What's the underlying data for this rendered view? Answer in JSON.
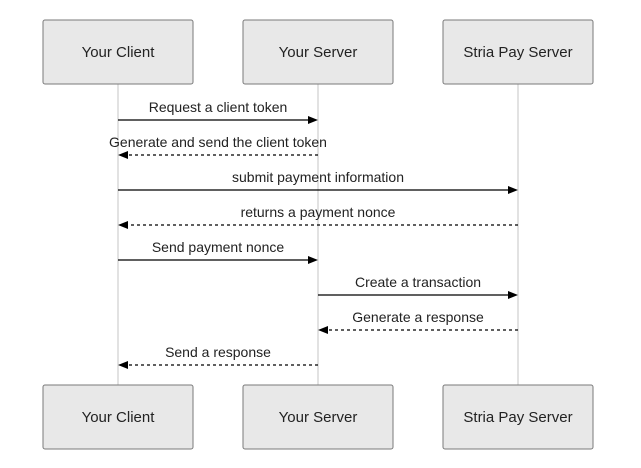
{
  "participants": [
    {
      "id": "client",
      "label": "Your Client"
    },
    {
      "id": "server",
      "label": "Your Server"
    },
    {
      "id": "pay",
      "label": "Stria Pay Server"
    }
  ],
  "messages": [
    {
      "from": "client",
      "to": "server",
      "label": "Request a client token",
      "style": "solid"
    },
    {
      "from": "server",
      "to": "client",
      "label": "Generate and send the client token",
      "style": "dashed"
    },
    {
      "from": "client",
      "to": "pay",
      "label": "submit payment information",
      "style": "solid"
    },
    {
      "from": "pay",
      "to": "client",
      "label": "returns a payment nonce",
      "style": "dashed"
    },
    {
      "from": "client",
      "to": "server",
      "label": "Send payment nonce",
      "style": "solid"
    },
    {
      "from": "server",
      "to": "pay",
      "label": "Create a transaction",
      "style": "solid"
    },
    {
      "from": "pay",
      "to": "server",
      "label": "Generate a response",
      "style": "dashed"
    },
    {
      "from": "server",
      "to": "client",
      "label": "Send a response",
      "style": "dashed"
    }
  ]
}
